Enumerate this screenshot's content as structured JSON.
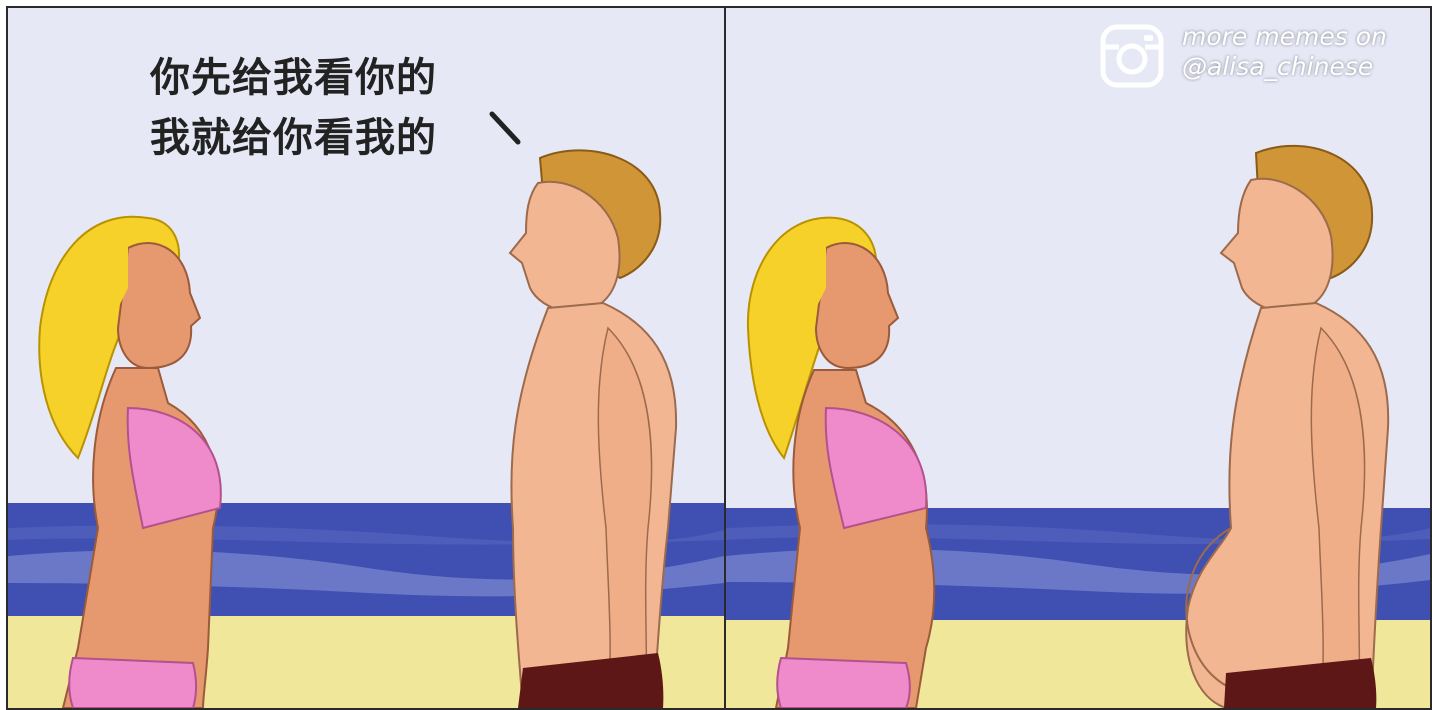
{
  "panel_left": {
    "speech_lines": [
      "你先给我看你的",
      "我就给你看我的"
    ]
  },
  "watermark": {
    "icon": "camera-icon",
    "line1": "more memes on",
    "line2": "@alisa_chinese"
  },
  "colors": {
    "sky": "#e6e8f6",
    "sea": "#3f4fb2",
    "sea_highlight": "#8f9ad8",
    "sand": "#f0e79a",
    "skin": "#f3b692",
    "skin_woman": "#e6996f",
    "woman_hair": "#f5d12a",
    "man_hair": "#cf9536",
    "bikini": "#f08bcb",
    "shorts": "#5d1717"
  }
}
